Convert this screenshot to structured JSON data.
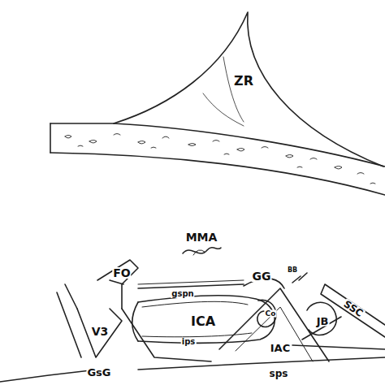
{
  "diagram": {
    "labels": [
      "ZR",
      "MMA",
      "FO",
      "gspn",
      "ICA",
      "GG",
      "BB",
      "Co",
      "SSC",
      "JB",
      "V3",
      "ips",
      "GsG",
      "IAC",
      "sps"
    ]
  }
}
